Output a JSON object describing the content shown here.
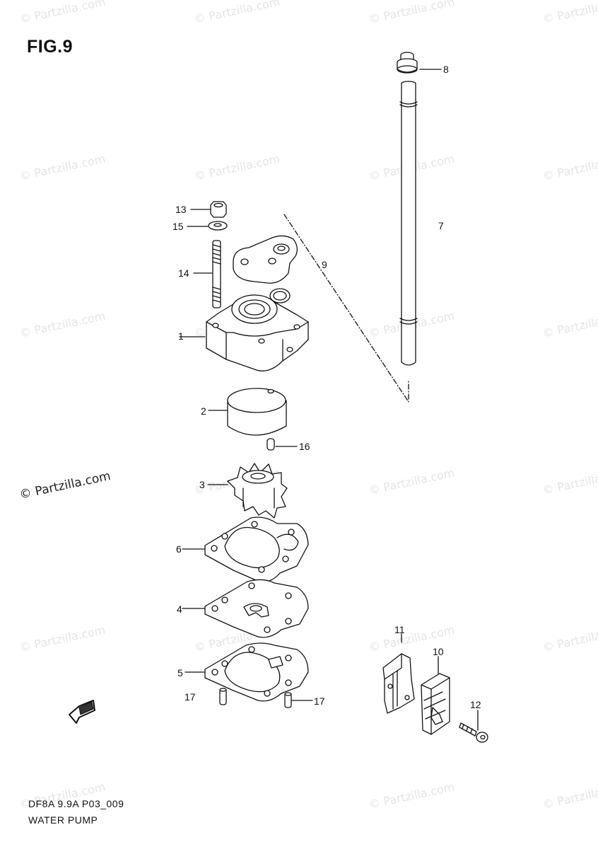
{
  "figure": {
    "title": "FIG.9",
    "code": "DF8A 9.9A P03_009",
    "name": "WATER PUMP"
  },
  "watermark": "© Partzilla.com",
  "callouts": [
    {
      "num": "8"
    },
    {
      "num": "7"
    },
    {
      "num": "9"
    },
    {
      "num": "13"
    },
    {
      "num": "15"
    },
    {
      "num": "14"
    },
    {
      "num": "1"
    },
    {
      "num": "2"
    },
    {
      "num": "16"
    },
    {
      "num": "3"
    },
    {
      "num": "6"
    },
    {
      "num": "4"
    },
    {
      "num": "5"
    },
    {
      "num": "17"
    },
    {
      "num": "17"
    },
    {
      "num": "11"
    },
    {
      "num": "10"
    },
    {
      "num": "12"
    }
  ],
  "fwd_icon": "fwd-arrow-icon"
}
